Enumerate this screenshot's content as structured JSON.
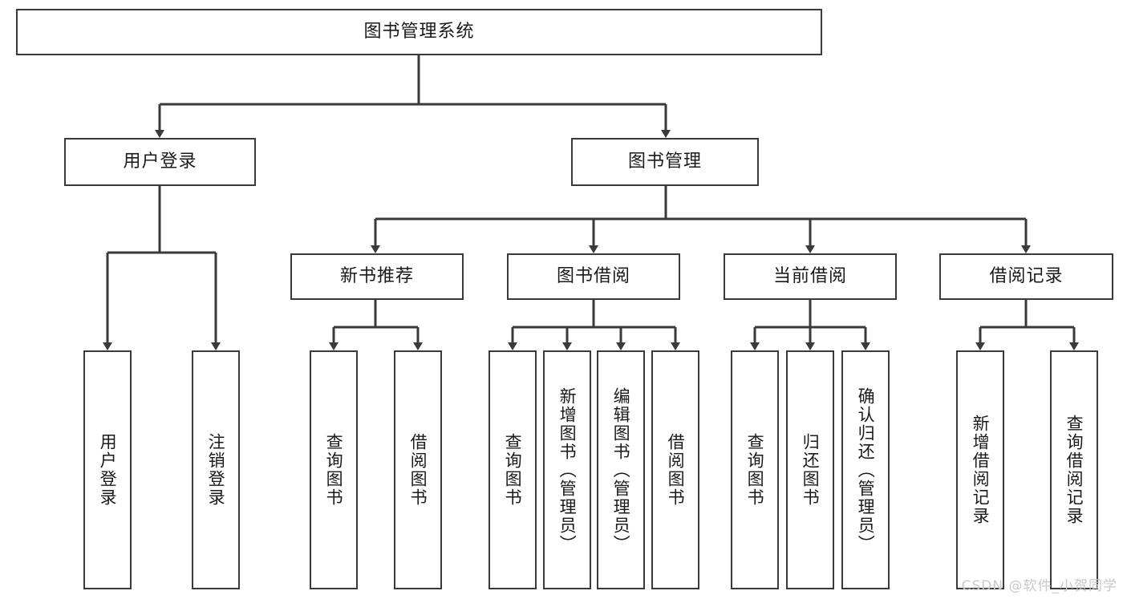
{
  "diagram": {
    "title": "图书管理系统",
    "watermark": "CSDN @软件_小贺同学",
    "colors": {
      "stroke": "#3a3a3a",
      "fill": "#ffffff",
      "text": "#1a1a1a",
      "watermark": "#c9c9c9"
    },
    "levels": {
      "root": {
        "label": "图书管理系统"
      },
      "level2": [
        {
          "label": "用户登录"
        },
        {
          "label": "图书管理"
        }
      ],
      "level3": [
        {
          "label": "新书推荐"
        },
        {
          "label": "图书借阅"
        },
        {
          "label": "当前借阅"
        },
        {
          "label": "借阅记录"
        }
      ],
      "leaves": {
        "user_login": [
          {
            "label": "用户登录"
          },
          {
            "label": "注销登录"
          }
        ],
        "new_book_recommend": [
          {
            "label": "查询图书"
          },
          {
            "label": "借阅图书"
          }
        ],
        "book_borrow": [
          {
            "label": "查询图书"
          },
          {
            "label": "新增图书（管理员）"
          },
          {
            "label": "编辑图书（管理员）"
          },
          {
            "label": "借阅图书"
          }
        ],
        "current_borrow": [
          {
            "label": "查询图书"
          },
          {
            "label": "归还图书"
          },
          {
            "label": "确认归还（管理员）"
          }
        ],
        "borrow_record": [
          {
            "label": "新增借阅记录"
          },
          {
            "label": "查询借阅记录"
          }
        ]
      }
    }
  }
}
